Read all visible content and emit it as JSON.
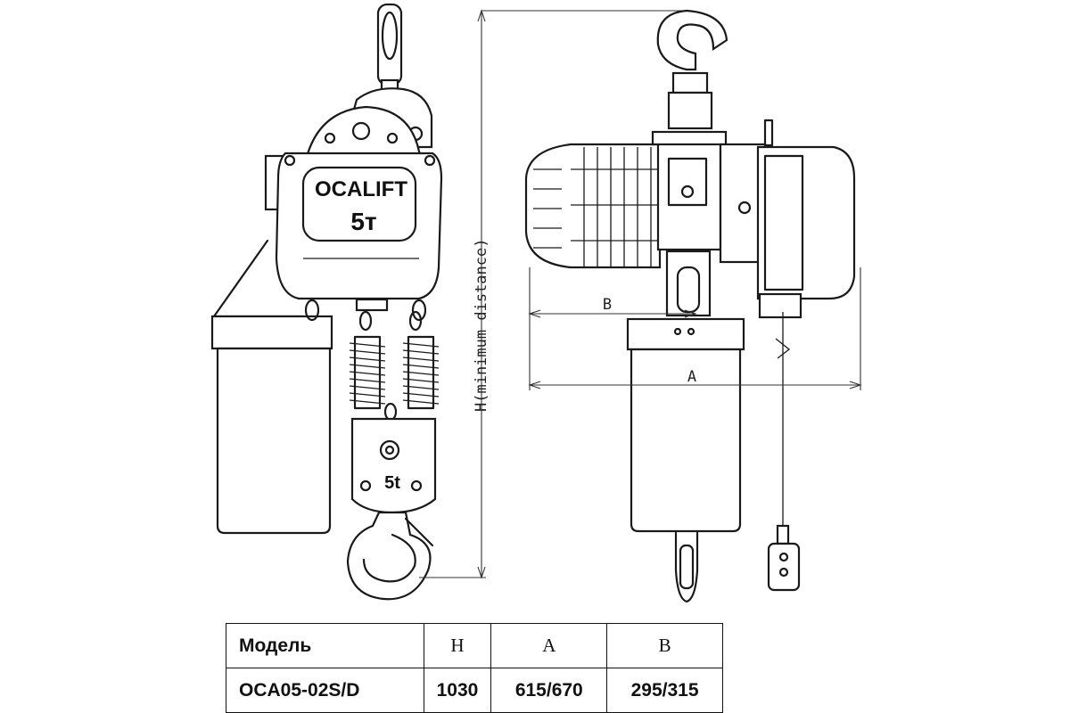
{
  "labels": {
    "brand": "OCALIFT",
    "capacity_body": "5т",
    "capacity_hook": "5t",
    "dim_h": "H(minimum distance)",
    "dim_a": "A",
    "dim_b": "B"
  },
  "table": {
    "headers": [
      "Модель",
      "H",
      "A",
      "B"
    ],
    "rows": [
      [
        "OCA05-02S/D",
        "1030",
        "615/670",
        "295/315"
      ]
    ]
  }
}
